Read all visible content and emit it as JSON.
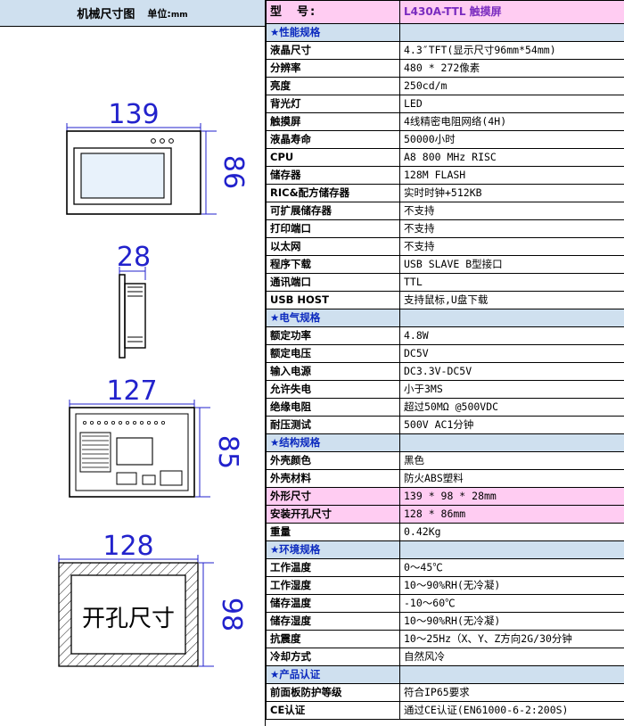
{
  "left": {
    "title": "机械尺寸图",
    "unit_label": "单位",
    "unit_value": "mm",
    "drawings": {
      "front_width": "139",
      "front_height": "86",
      "side_depth": "28",
      "back_width": "127",
      "back_height": "85",
      "cutout_width": "128",
      "cutout_height": "98",
      "cutout_label": "开孔尺寸"
    }
  },
  "spec": {
    "model_label": "型　号:",
    "model_value": "L430A-TTL 触摸屏",
    "rows": [
      {
        "type": "section",
        "c1": "★性能规格",
        "c2": ""
      },
      {
        "type": "row",
        "c1": "液晶尺寸",
        "c2": "4.3″TFT(显示尺寸96mm*54mm)"
      },
      {
        "type": "row",
        "c1": "分辨率",
        "c2": "480 * 272像素"
      },
      {
        "type": "row",
        "c1": "亮度",
        "c2": "250cd/m"
      },
      {
        "type": "row",
        "c1": "背光灯",
        "c2": "LED"
      },
      {
        "type": "row",
        "c1": "触摸屏",
        "c2": "4线精密电阻网络(4H)"
      },
      {
        "type": "row",
        "c1": "液晶寿命",
        "c2": "50000小时"
      },
      {
        "type": "row",
        "c1": "CPU",
        "c2": "A8 800 MHz RISC"
      },
      {
        "type": "row",
        "c1": "储存器",
        "c2": "128M FLASH"
      },
      {
        "type": "row",
        "c1": "RIC&配方储存器",
        "c2": "实时时钟+512KB"
      },
      {
        "type": "row",
        "c1": "可扩展储存器",
        "c2": "不支持"
      },
      {
        "type": "row",
        "c1": "打印端口",
        "c2": "不支持"
      },
      {
        "type": "row",
        "c1": "以太网",
        "c2": "不支持"
      },
      {
        "type": "row",
        "c1": "程序下载",
        "c2": "USB SLAVE B型接口"
      },
      {
        "type": "row",
        "c1": "通讯端口",
        "c2": "TTL"
      },
      {
        "type": "row",
        "c1": "USB HOST",
        "c2": "支持鼠标,U盘下载"
      },
      {
        "type": "section",
        "c1": "★电气规格",
        "c2": ""
      },
      {
        "type": "row",
        "c1": "额定功率",
        "c2": "4.8W"
      },
      {
        "type": "row",
        "c1": "额定电压",
        "c2": "DC5V"
      },
      {
        "type": "row",
        "c1": "输入电源",
        "c2": "DC3.3V-DC5V"
      },
      {
        "type": "row",
        "c1": "允许失电",
        "c2": "小于3MS"
      },
      {
        "type": "row",
        "c1": "绝缘电阻",
        "c2": "超过50MΩ @500VDC"
      },
      {
        "type": "row",
        "c1": "耐压测试",
        "c2": "500V AC1分钟"
      },
      {
        "type": "section",
        "c1": "★结构规格",
        "c2": ""
      },
      {
        "type": "row",
        "c1": "外壳颜色",
        "c2": "黑色"
      },
      {
        "type": "row",
        "c1": "外壳材料",
        "c2": "防火ABS塑料"
      },
      {
        "type": "hl",
        "c1": "外形尺寸",
        "c2": "139 * 98 * 28mm"
      },
      {
        "type": "hl",
        "c1": "安装开孔尺寸",
        "c2": "128 * 86mm"
      },
      {
        "type": "row",
        "c1": "重量",
        "c2": "0.42Kg"
      },
      {
        "type": "section",
        "c1": "★环境规格",
        "c2": ""
      },
      {
        "type": "row",
        "c1": "工作温度",
        "c2": "0～45℃"
      },
      {
        "type": "row",
        "c1": "工作湿度",
        "c2": "10～90%RH(无冷凝)"
      },
      {
        "type": "row",
        "c1": "储存温度",
        "c2": "-10～60℃"
      },
      {
        "type": "row",
        "c1": "储存湿度",
        "c2": "10～90%RH(无冷凝)"
      },
      {
        "type": "row",
        "c1": "抗震度",
        "c2": "10～25Hz（X、Y、Z方向2G/30分钟"
      },
      {
        "type": "row",
        "c1": "冷却方式",
        "c2": "自然风冷"
      },
      {
        "type": "section",
        "c1": "★产品认证",
        "c2": ""
      },
      {
        "type": "row",
        "c1": "前面板防护等级",
        "c2": "符合IP65要求"
      },
      {
        "type": "row",
        "c1": "CE认证",
        "c2": "通过CE认证(EN61000-6-2:200S)"
      }
    ]
  }
}
